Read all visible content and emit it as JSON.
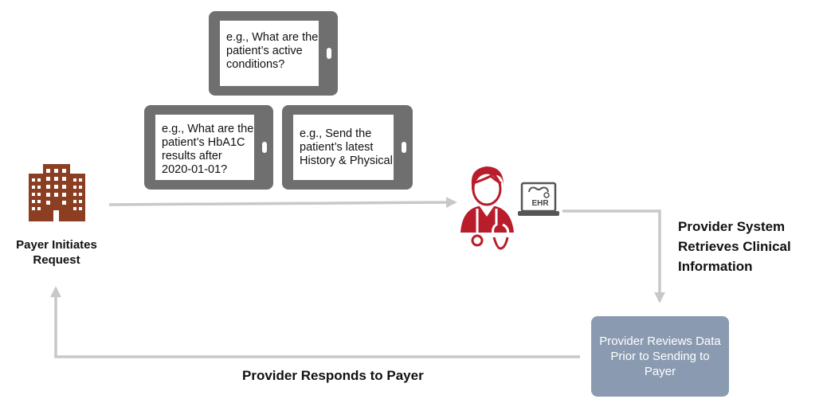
{
  "tablets": [
    {
      "text": "e.g., What are the patient’s active conditions?"
    },
    {
      "text": "e.g., What are the patient’s HbA1C results after 2020-01-01?"
    },
    {
      "text": "e.g., Send the patient’s latest History & Physical"
    }
  ],
  "payer_label": "Payer Initiates Request",
  "provider_system_label": "Provider System Retrieves Clinical Information",
  "review_box_text": "Provider Reviews Data Prior to Sending to Payer",
  "responds_label": "Provider Responds to Payer",
  "ehr_label": "EHR",
  "colors": {
    "tablet": "#6f6f6f",
    "building": "#8b3e22",
    "doctor": "#b91c2a",
    "arrow": "#c8c8c8",
    "review_box": "#8a9bb1"
  }
}
